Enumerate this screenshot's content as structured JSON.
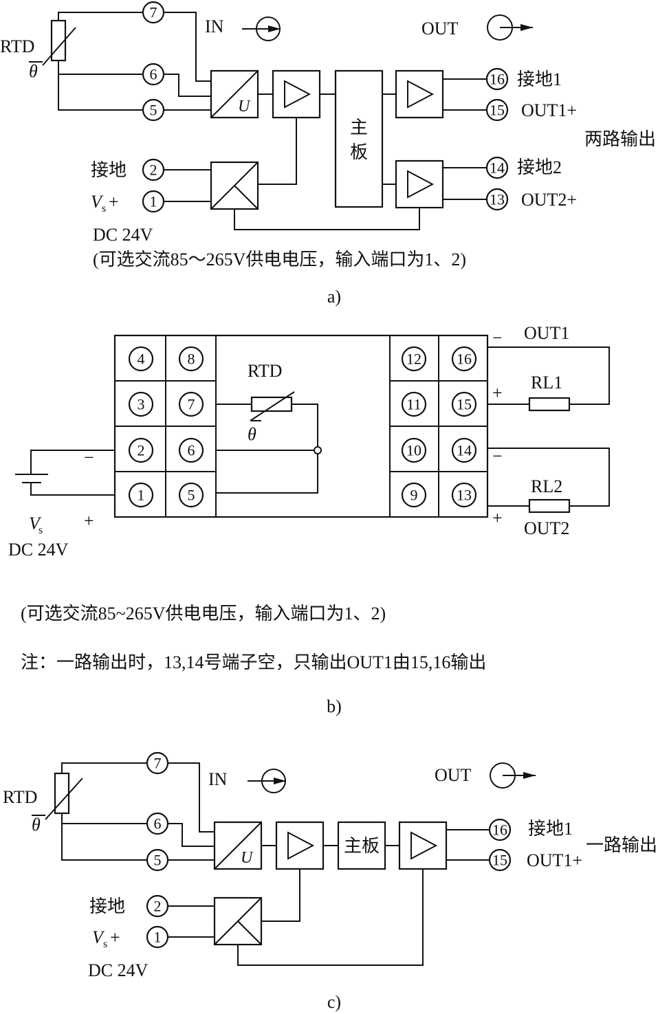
{
  "panel_a": {
    "rtd_label": "RTD",
    "theta": "θ",
    "t7": "7",
    "t6": "6",
    "t5": "5",
    "in_label": "IN",
    "out_label": "OUT",
    "u_label": "U",
    "mainboard": [
      "主",
      "板"
    ],
    "t16": "16",
    "t15": "15",
    "t14": "14",
    "t13": "13",
    "t2": "2",
    "t1": "1",
    "gnd1": "接地1",
    "out1p": "OUT1+",
    "gnd2": "接地2",
    "out2p": "OUT2+",
    "two_outputs": "两路输出",
    "gnd": "接地",
    "vs": "V",
    "vs_sub": "s",
    "vs_plus": "+",
    "dc": "DC 24V",
    "ac_note": "(可选交流85～265V供电电压，输入端口为1、2)",
    "caption": "a)"
  },
  "panel_b": {
    "left_terms": [
      [
        "4",
        "8"
      ],
      [
        "3",
        "7"
      ],
      [
        "2",
        "6"
      ],
      [
        "1",
        "5"
      ]
    ],
    "right_terms": [
      [
        "12",
        "16"
      ],
      [
        "11",
        "15"
      ],
      [
        "10",
        "14"
      ],
      [
        "9",
        "13"
      ]
    ],
    "rtd_label": "RTD",
    "theta": "θ",
    "minus": "−",
    "plus": "+",
    "vs": "V",
    "vs_sub": "s",
    "dc": "DC 24V",
    "out1": "OUT1",
    "out2": "OUT2",
    "rl1": "RL1",
    "rl2": "RL2",
    "ac_note": "(可选交流85~265V供电电压，输入端口为1、2)",
    "note": "注：一路输出时，13,14号端子空，只输出OUT1由15,16输出",
    "caption": "b)"
  },
  "panel_c": {
    "rtd_label": "RTD",
    "theta": "θ",
    "t7": "7",
    "t6": "6",
    "t5": "5",
    "in_label": "IN",
    "out_label": "OUT",
    "u_label": "U",
    "mainboard": "主板",
    "t16": "16",
    "t15": "15",
    "t2": "2",
    "t1": "1",
    "gnd1": "接地1",
    "out1p": "OUT1+",
    "one_output": "一路输出",
    "gnd": "接地",
    "vs": "V",
    "vs_sub": "s",
    "vs_plus": "+",
    "dc": "DC 24V",
    "caption": "c)"
  }
}
